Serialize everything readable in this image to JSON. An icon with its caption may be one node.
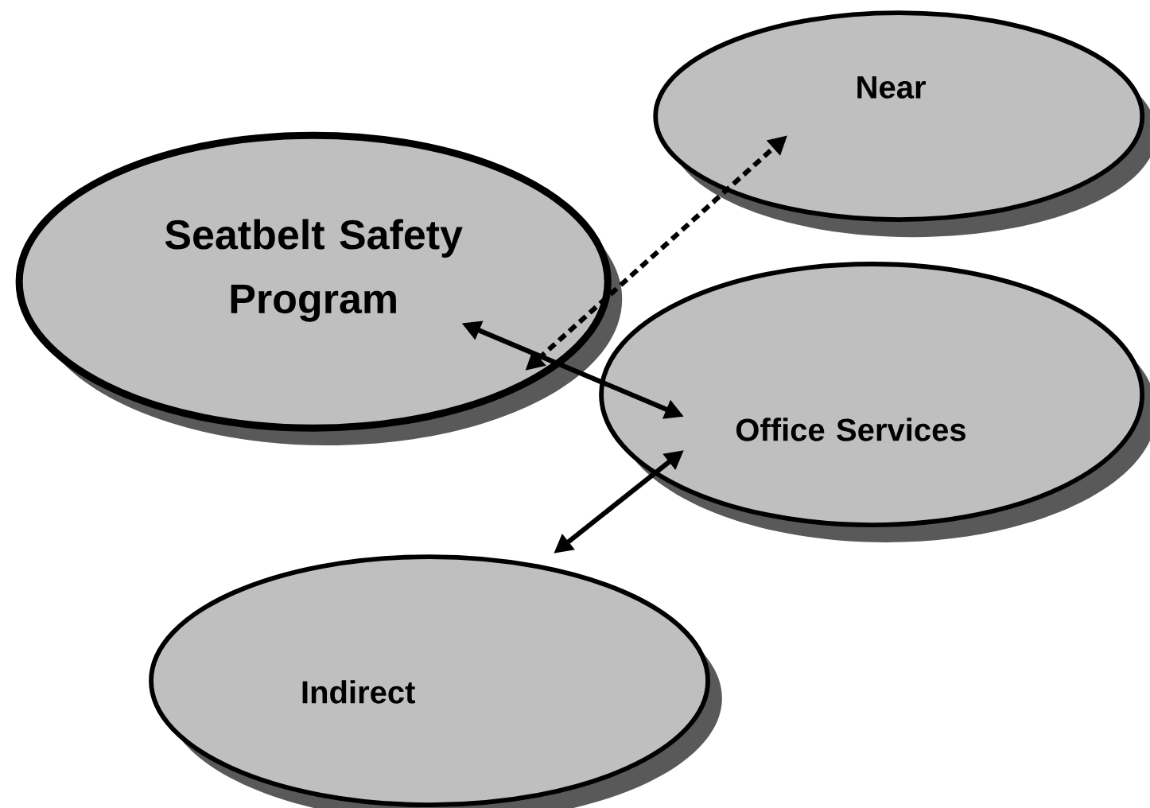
{
  "diagram": {
    "nodes": [
      {
        "text": [
          "Near"
        ]
      },
      {
        "text": [
          "Seatbelt Safety Program"
        ]
      },
      {
        "text": [
          "Office Services"
        ]
      },
      {
        "text": [
          "Indirect"
        ]
      }
    ],
    "edges": [
      {
        "from": 1,
        "to": 0,
        "arrow": "both",
        "style": "dashed"
      },
      {
        "from": 1,
        "to": 2,
        "arrow": "both"
      },
      {
        "from": 2,
        "to": 3,
        "arrow": "both"
      }
    ]
  }
}
